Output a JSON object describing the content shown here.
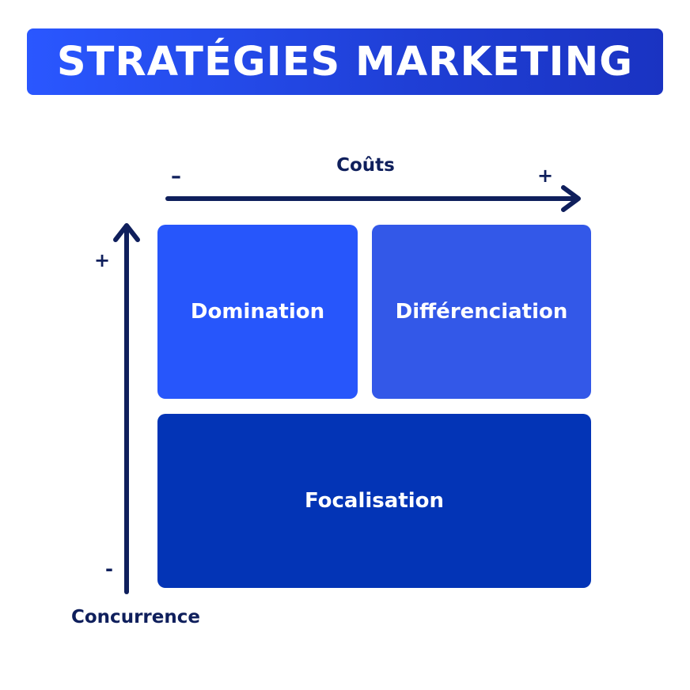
{
  "title": "STRATÉGIES MARKETING",
  "x_axis": {
    "label": "Coûts",
    "low": "–",
    "high": "+"
  },
  "y_axis": {
    "label": "Concurrence",
    "high": "+",
    "low": "-"
  },
  "quadrants": {
    "domination": "Domination",
    "differenciation": "Différenciation",
    "focalisation": "Focalisation"
  },
  "colors": {
    "banner": "#2a57ff",
    "domination": "#2756fb",
    "differenciation": "#3358e8",
    "focalisation": "#0334b6",
    "axis": "#0f1f5c"
  }
}
